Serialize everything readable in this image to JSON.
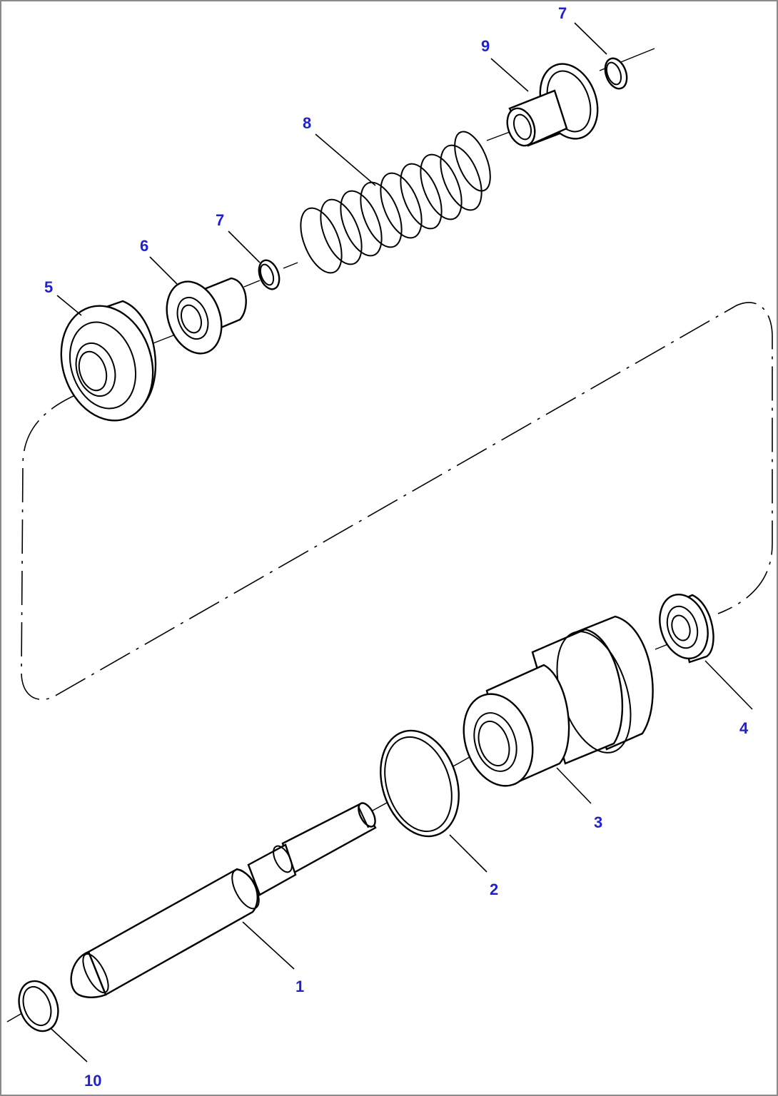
{
  "diagram": {
    "line_color": "#000000",
    "label_color": "#1f1fd6",
    "callouts": [
      {
        "id": "c1",
        "text": "1"
      },
      {
        "id": "c2",
        "text": "2"
      },
      {
        "id": "c3",
        "text": "3"
      },
      {
        "id": "c4",
        "text": "4"
      },
      {
        "id": "c5",
        "text": "5"
      },
      {
        "id": "c6",
        "text": "6"
      },
      {
        "id": "c7a",
        "text": "7"
      },
      {
        "id": "c7b",
        "text": "7"
      },
      {
        "id": "c8",
        "text": "8"
      },
      {
        "id": "c9",
        "text": "9"
      },
      {
        "id": "c10",
        "text": "10"
      }
    ]
  }
}
